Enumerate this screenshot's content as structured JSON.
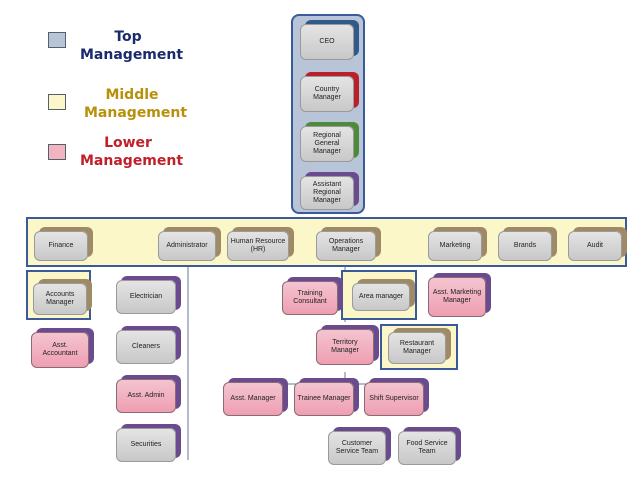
{
  "legend": {
    "top": {
      "line1": "Top",
      "line2": "Management",
      "color": "#b8c4d8",
      "text_color": "#1a2a6c"
    },
    "middle": {
      "line1": "Middle",
      "line2": "Management",
      "color": "#fbf7c8",
      "text_color": "#b8900a"
    },
    "lower": {
      "line1": "Lower",
      "line2": "Management",
      "color": "#f2b4c0",
      "text_color": "#c0202a"
    }
  },
  "colors": {
    "frame_border": "#3a5a9a",
    "band_fill": "#fbf7c8",
    "top_frame_fill": "#b8c4d8"
  },
  "nodes": {
    "ceo": "CEO",
    "country_manager": "Country Manager",
    "regional_general_manager": "Regional General Manager",
    "assistant_regional_manager": "Assistant Regional Manager",
    "finance": "Finance",
    "administrator": "Administrator",
    "human_resource": "Human Resource (HR)",
    "operations_manager": "Operations Manager",
    "marketing": "Marketing",
    "brands": "Brands",
    "audit": "Audit",
    "accounts_manager": "Accounts Manager",
    "asst_accountant": "Asst. Accountant",
    "electrician": "Electrician",
    "cleaners": "Cleaners",
    "asst_admin": "Asst. Admin",
    "securities": "Securities",
    "training_consultant": "Training Consultant",
    "area_manager": "Area manager",
    "asst_marketing_manager": "Asst. Marketing Manager",
    "territory_manager": "Territory Manager",
    "restaurant_manager": "Restaurant Manager",
    "asst_manager": "Asst. Manager",
    "trainee_manager": "Trainee Manager",
    "shift_supervisor": "Shift Supervisor",
    "customer_service_team": "Customer Service Team",
    "food_service_team": "Food Service Team"
  }
}
